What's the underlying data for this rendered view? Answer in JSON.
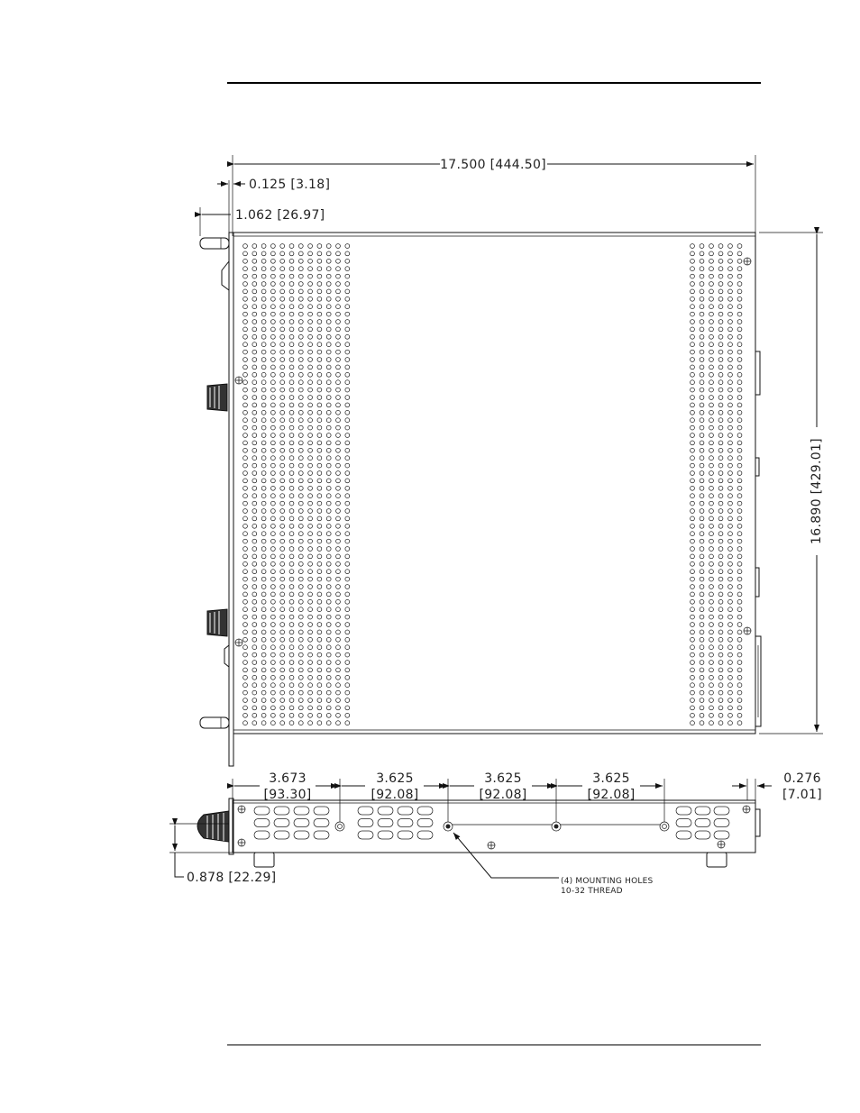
{
  "drawing": {
    "top_view": {
      "overall_width": "17.500 [444.50]",
      "panel_thickness": "0.125 [3.18]",
      "handle_depth": "1.062 [26.97]",
      "overall_depth": "16.890 [429.01]"
    },
    "side_view": {
      "hole_spacing_1": {
        "in": "3.673",
        "mm": "[93.30]"
      },
      "hole_spacing_2": {
        "in": "3.625",
        "mm": "[92.08]"
      },
      "hole_spacing_3": {
        "in": "3.625",
        "mm": "[92.08]"
      },
      "hole_spacing_4": {
        "in": "3.625",
        "mm": "[92.08]"
      },
      "rear_offset": {
        "in": "0.276",
        "mm": "[7.01]"
      },
      "foot_height": "0.878 [22.29]",
      "note_line1": "(4) MOUNTING HOLES",
      "note_line2": "10-32 THREAD"
    }
  }
}
